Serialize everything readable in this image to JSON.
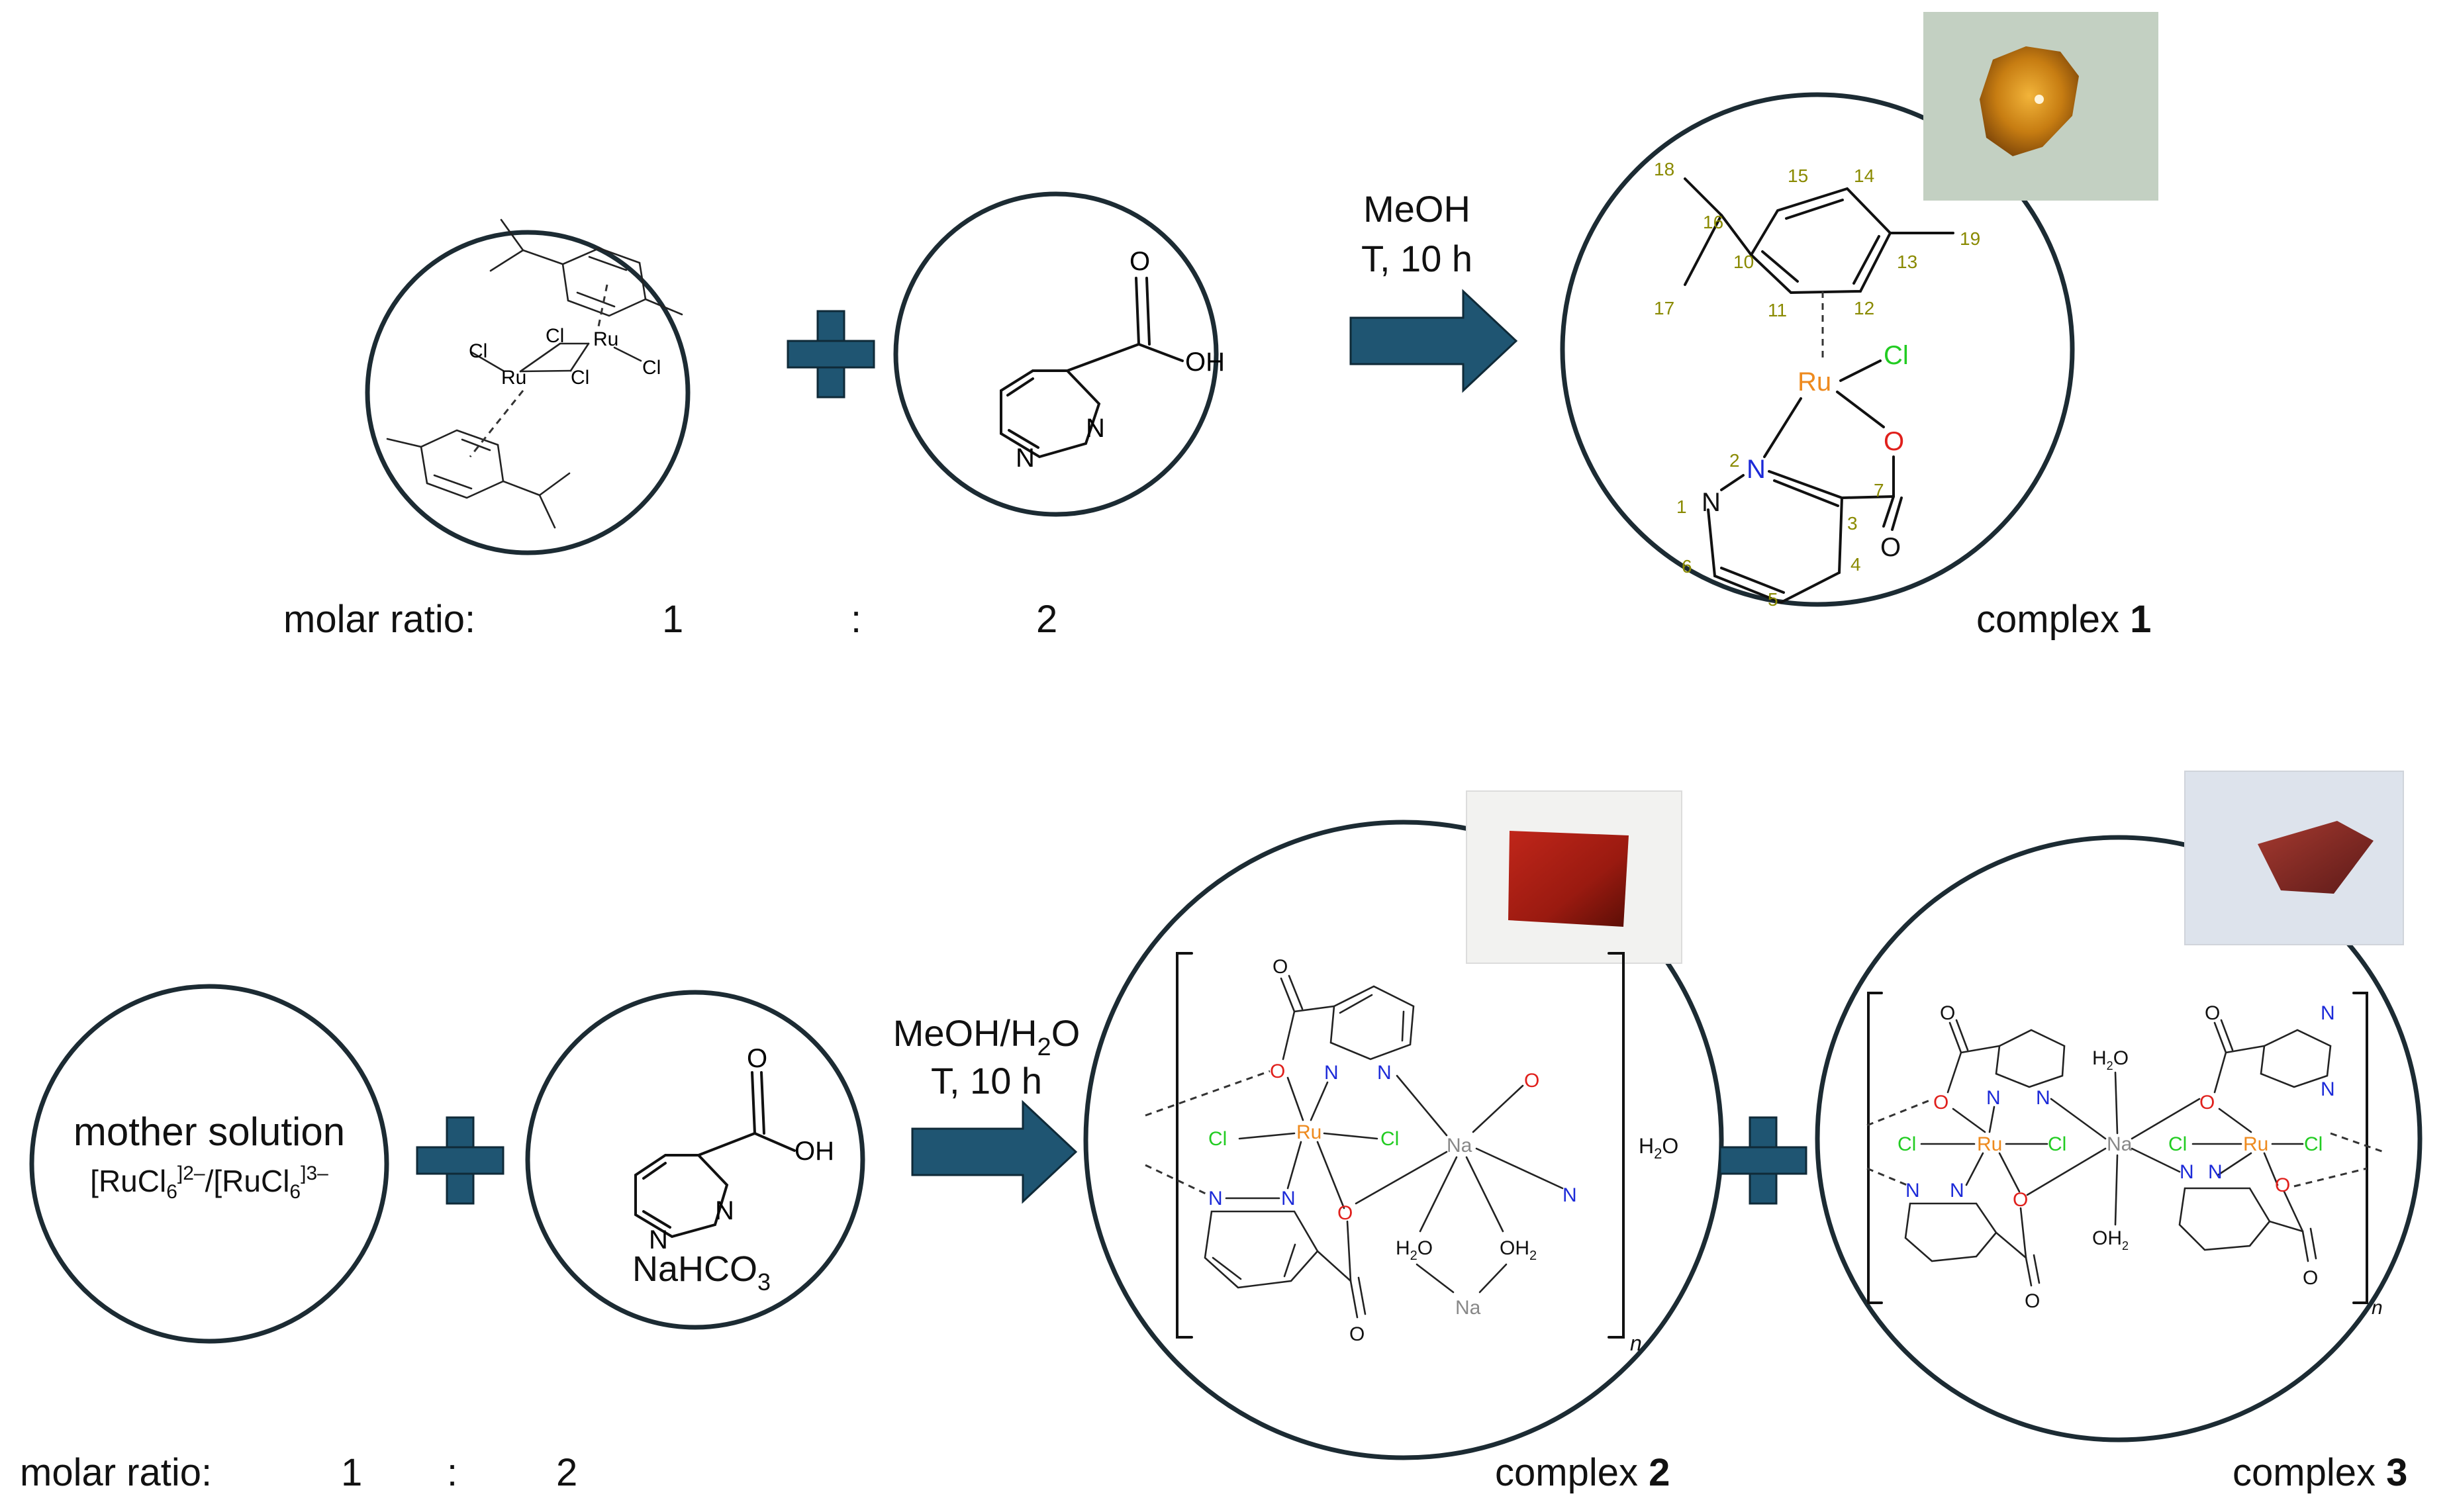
{
  "scheme1": {
    "ratio_label": "molar ratio:",
    "ratio_a": "1",
    "ratio_sep": ":",
    "ratio_b": "2",
    "cond1": "MeOH",
    "cond2": "T, 10 h",
    "product_label": "complex ",
    "product_num": "1",
    "dimer": {
      "cl1": "Cl",
      "cl2": "Cl",
      "cl3": "Cl",
      "cl4": "Cl",
      "ru1": "Ru",
      "ru2": "Ru"
    },
    "ligand": {
      "o": "O",
      "oh": "OH",
      "n1": "N",
      "n2": "N"
    },
    "complex": {
      "ru": "Ru",
      "cl": "Cl",
      "o1": "O",
      "o2": "O",
      "n1": "N",
      "n2": "N",
      "numbers": [
        "18",
        "16",
        "10",
        "15",
        "14",
        "13",
        "19",
        "17",
        "11",
        "12",
        "2",
        "1",
        "3",
        "7",
        "6",
        "4",
        "5"
      ]
    }
  },
  "scheme2": {
    "ratio_label": "molar ratio:",
    "ratio_a": "1",
    "ratio_sep": ":",
    "ratio_b": "2",
    "cond1": "MeOH/H",
    "cond1_sub": "2",
    "cond1_end": "O",
    "cond2": "T, 10 h",
    "mother_line1": "mother solution",
    "mother_line2a": "[RuCl",
    "mother_sub1": "6",
    "mother_sup1": "]2–",
    "mother_mid": "/[RuCl",
    "mother_sub2": "6",
    "mother_sup2": "]3–",
    "base": "NaHCO",
    "base_sub": "3",
    "ligand": {
      "o": "O",
      "oh": "OH",
      "n1": "N",
      "n2": "N"
    },
    "complex2": {
      "label": "complex ",
      "num": "2",
      "ru": "Ru",
      "na": "Na",
      "na2": "Na",
      "cl1": "Cl",
      "cl2": "Cl",
      "o_top": "O",
      "o_carb": "O",
      "o_mid": "O",
      "o_na": "O",
      "o_bot": "O",
      "n1": "N",
      "n2": "N",
      "n3": "N",
      "n4": "N",
      "n_na": "N",
      "h2o_a": "H",
      "h2o_a_sub": "2",
      "h2o_a_end": "O",
      "oh2_b": "OH",
      "oh2_b_sub": "2",
      "lattice": "H",
      "lattice_sub": "2",
      "lattice_end": "O",
      "n_sub": "n"
    },
    "complex3": {
      "label": "complex ",
      "num": "3",
      "ru1": "Ru",
      "ru2": "Ru",
      "na": "Na",
      "cl1": "Cl",
      "cl2": "Cl",
      "cl3": "Cl",
      "cl4": "Cl",
      "h2o_top": "H",
      "h2o_top_sub": "2",
      "h2o_top_end": "O",
      "oh2_bot": "OH",
      "oh2_bot_sub": "2",
      "o_a": "O",
      "o_b": "O",
      "o_c": "O",
      "o_d": "O",
      "o_e": "O",
      "o_f": "O",
      "o_g": "O",
      "o_h": "O",
      "n_a": "N",
      "n_b": "N",
      "n_c": "N",
      "n_d": "N",
      "n_e": "N",
      "n_f": "N",
      "n_g": "N",
      "n_h": "N",
      "n_sub": "n"
    }
  },
  "colors": {
    "ru": "#ee8a1e",
    "cl": "#22cc22",
    "o": "#e0201c",
    "n": "#1c2ad8",
    "na": "#888888",
    "plus": "#1f5572",
    "arrow": "#1f5572",
    "circle": "#1c2b33",
    "atomnum": "#8a8a00"
  }
}
